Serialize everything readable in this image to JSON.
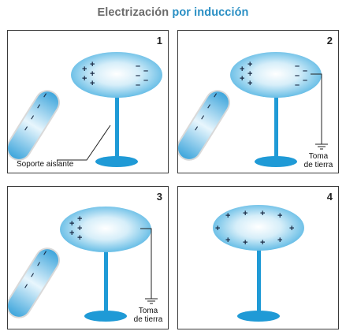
{
  "title": {
    "part1": "Electrización",
    "part2": "por inducción"
  },
  "panels": [
    {
      "number": "1",
      "label_support": "Soporte aislante"
    },
    {
      "number": "2",
      "label_ground_line1": "Toma",
      "label_ground_line2": "de tierra"
    },
    {
      "number": "3",
      "label_ground_line1": "Toma",
      "label_ground_line2": "de tierra"
    },
    {
      "number": "4"
    }
  ],
  "symbols": {
    "plus": "+",
    "minus": "–"
  },
  "colors": {
    "accent": "#2a8fc4",
    "stand": "#1f9ad6",
    "title_gray": "#6b6b6b"
  }
}
